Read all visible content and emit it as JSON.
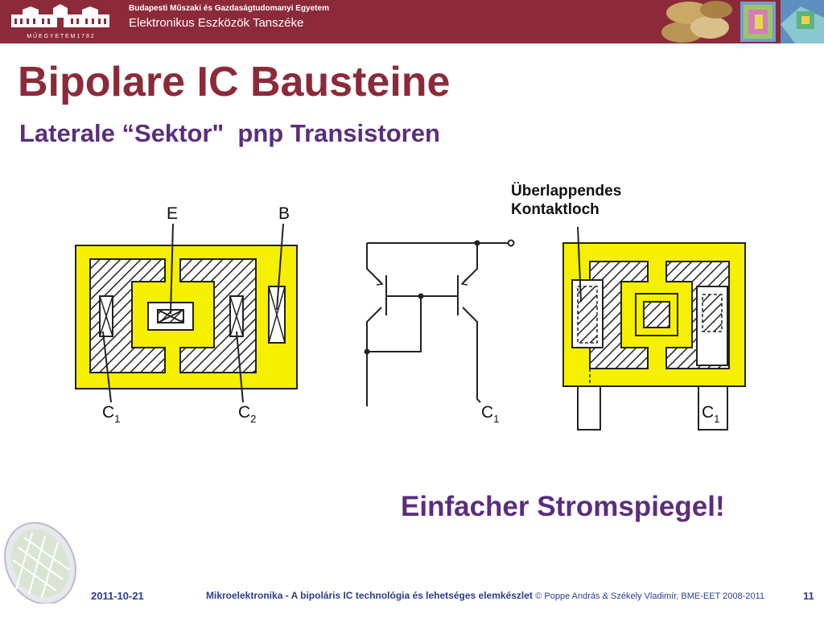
{
  "header": {
    "university": "Budapesti Műszaki és Gazdaságtudomanyi Egyetem",
    "department": "Elektronikus Eszközök Tanszéke",
    "logo_text": "M Ű E G Y E T E M   1 7 8 2",
    "background_color": "#8c2a3a"
  },
  "slide": {
    "title": "Bipolare IC Bausteine",
    "subtitle": "Laterale “Sektor\"  pnp Transistoren",
    "annotation": [
      "Überlappendes",
      "Kontaktloch"
    ],
    "conclusion": "Einfacher Stromspiegel!"
  },
  "diagram": {
    "labels": {
      "emitter": "E",
      "base": "B",
      "c_letter": "C",
      "sub_1": "1",
      "sub_2": "2"
    },
    "fill_color": "#f5ef00"
  },
  "footer": {
    "date": "2011-10-21",
    "course": "Mikroelektronika - A bipoláris IC technológia és lehetséges elemkészlet",
    "credit": "© Poppe András & Székely Vladimír, BME-EET 2008-2011",
    "page": "11"
  }
}
